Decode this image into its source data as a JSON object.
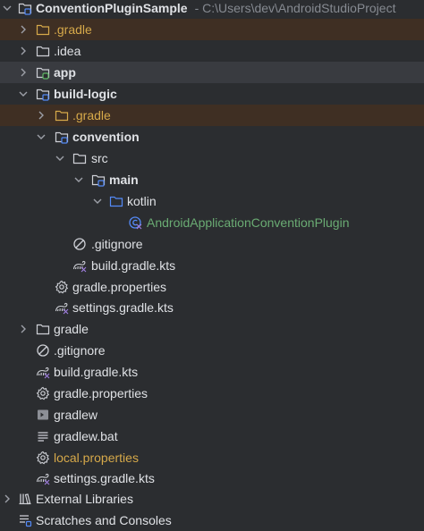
{
  "project_tree": {
    "root": {
      "name": "ConventionPluginSample",
      "path": "- C:\\Users\\dev\\AndroidStudioProject"
    },
    "items": {
      "gradle_dir": ".gradle",
      "idea_dir": ".idea",
      "app_module": "app",
      "build_logic": "build-logic",
      "build_logic_gradle": ".gradle",
      "convention": "convention",
      "src": "src",
      "main": "main",
      "kotlin": "kotlin",
      "plugin_class": "AndroidApplicationConventionPlugin",
      "convention_gitignore": ".gitignore",
      "convention_build_gradle": "build.gradle.kts",
      "bl_gradle_properties": "gradle.properties",
      "bl_settings_gradle": "settings.gradle.kts",
      "gradle_folder": "gradle",
      "root_gitignore": ".gitignore",
      "root_build_gradle": "build.gradle.kts",
      "root_gradle_properties": "gradle.properties",
      "gradlew": "gradlew",
      "gradlew_bat": "gradlew.bat",
      "local_properties": "local.properties",
      "root_settings_gradle": "settings.gradle.kts",
      "external_libraries": "External Libraries",
      "scratches": "Scratches and Consoles"
    }
  },
  "colors": {
    "background": "#2b2d30",
    "text": "#dfe1e5",
    "excluded_text": "#d6a94a",
    "excluded_bg": "#3f2f23",
    "selected_bg": "#393b40",
    "class_text": "#6aab73",
    "muted": "#868a91"
  },
  "icons": {
    "folder": "folder-icon",
    "module": "module-folder-icon",
    "source_folder": "source-folder-icon",
    "kotlin_class": "kotlin-class-icon",
    "gitignore": "gitignore-icon",
    "gradle": "gradle-icon",
    "settings": "gear-icon",
    "terminal": "terminal-icon",
    "text_file": "text-file-icon",
    "libraries": "libraries-icon",
    "scratches": "scratches-icon"
  }
}
